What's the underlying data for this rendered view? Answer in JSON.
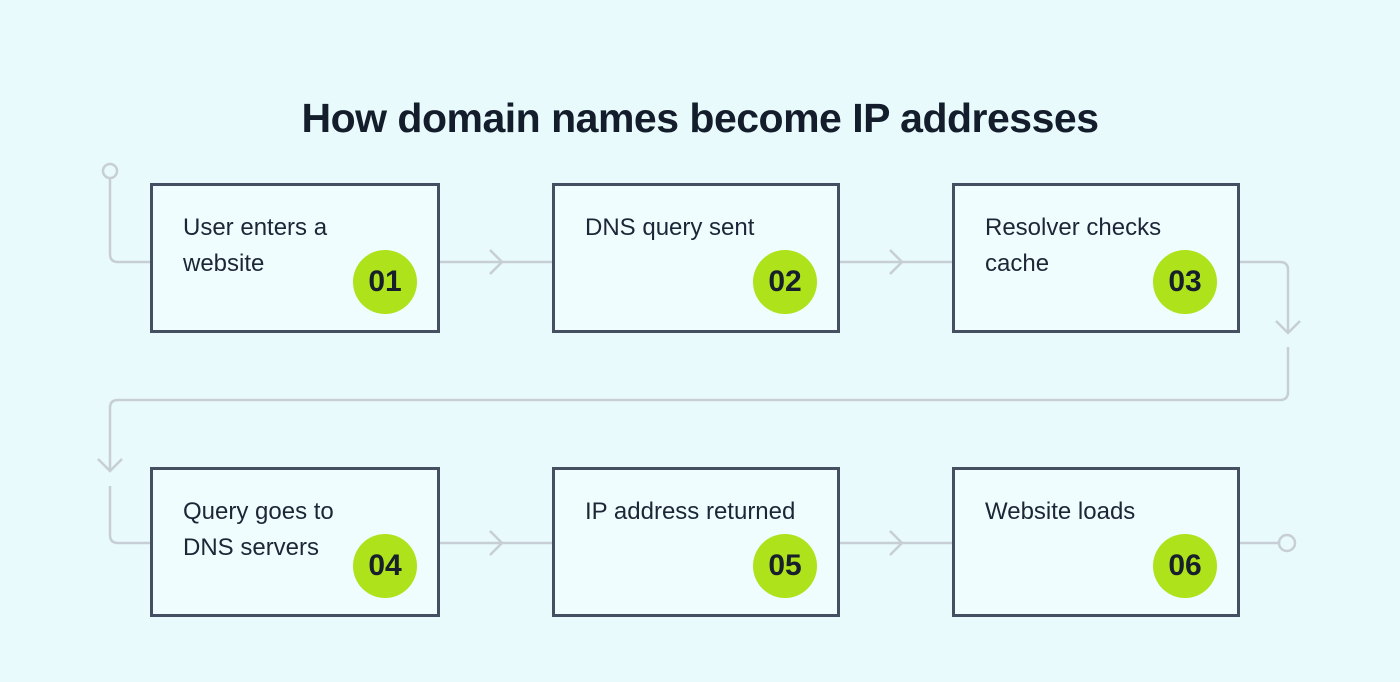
{
  "title": "How domain names become IP addresses",
  "colors": {
    "background": "#e8fafb",
    "box_fill": "#f0fdfe",
    "box_border": "#445062",
    "text": "#1d2637",
    "badge": "#aee21b",
    "badge_text": "#161f2b",
    "connector": "#c7ced6",
    "title_color": "#141d2b"
  },
  "icons": {
    "start_terminal": "open-circle",
    "end_terminal": "open-circle",
    "arrow_style": "open-chevron"
  },
  "steps": [
    {
      "number": "01",
      "label": "User enters a\nwebsite"
    },
    {
      "number": "02",
      "label": "DNS query sent"
    },
    {
      "number": "03",
      "label": "Resolver checks\ncache"
    },
    {
      "number": "04",
      "label": "Query goes to\nDNS servers"
    },
    {
      "number": "05",
      "label": "IP address returned"
    },
    {
      "number": "06",
      "label": "Website loads"
    }
  ]
}
